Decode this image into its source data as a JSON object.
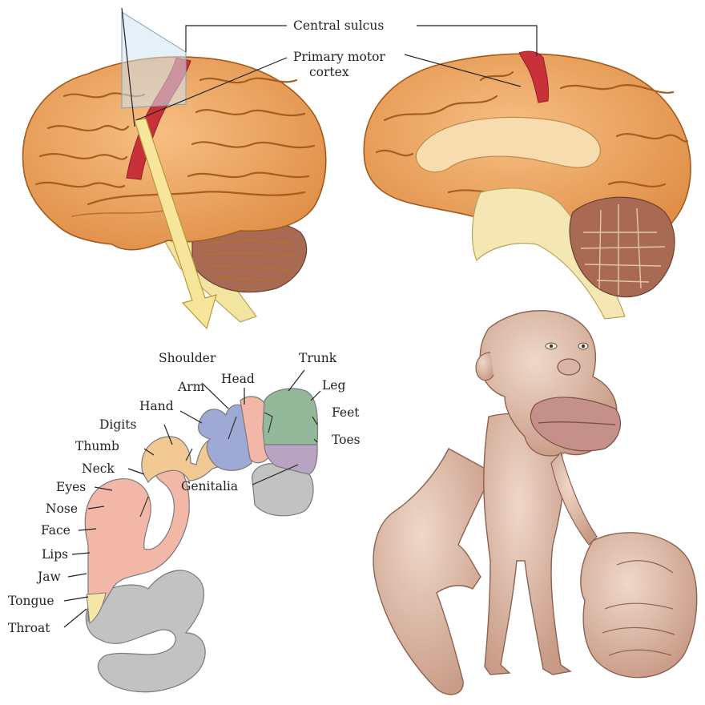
{
  "top_labels": {
    "central_sulcus": "Central sulcus",
    "primary_motor_line1": "Primary motor",
    "primary_motor_line2": "cortex"
  },
  "homunculus_labels": {
    "shoulder": "Shoulder",
    "head": "Head",
    "trunk": "Trunk",
    "leg": "Leg",
    "feet": "Feet",
    "toes": "Toes",
    "genitalia": "Genitalia",
    "arm": "Arm",
    "hand": "Hand",
    "digits": "Digits",
    "thumb": "Thumb",
    "neck": "Neck",
    "eyes": "Eyes",
    "nose": "Nose",
    "face": "Face",
    "lips": "Lips",
    "jaw": "Jaw",
    "tongue": "Tongue",
    "throat": "Throat"
  },
  "colors": {
    "cortex": "#f2a964",
    "cortex_shade": "#d98a45",
    "motor_strip": "#c8313a",
    "cerebellum": "#a86a52",
    "brainstem": "#f4e7b3",
    "arrow": "#f6e59a",
    "face_region": "#f3b7a8",
    "hand_region": "#f2c992",
    "arm_region": "#9ea9d6",
    "trunk_region": "#94b99a",
    "genital_region": "#b8a3c2",
    "white_matter": "#c2c2c2",
    "skin": "#e3c3b0"
  }
}
